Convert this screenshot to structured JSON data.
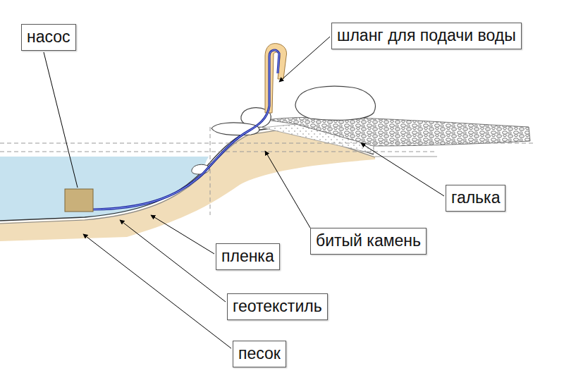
{
  "diagram": {
    "nodes": [
      {
        "text": [
          "насос"
        ]
      },
      {
        "text": [
          "шланг для подачи воды"
        ]
      },
      {
        "text": [
          "галька"
        ]
      },
      {
        "text": [
          "битый камень"
        ]
      },
      {
        "text": [
          "пленка"
        ]
      },
      {
        "text": [
          "геотекстиль"
        ]
      },
      {
        "text": [
          "песок"
        ]
      }
    ]
  }
}
